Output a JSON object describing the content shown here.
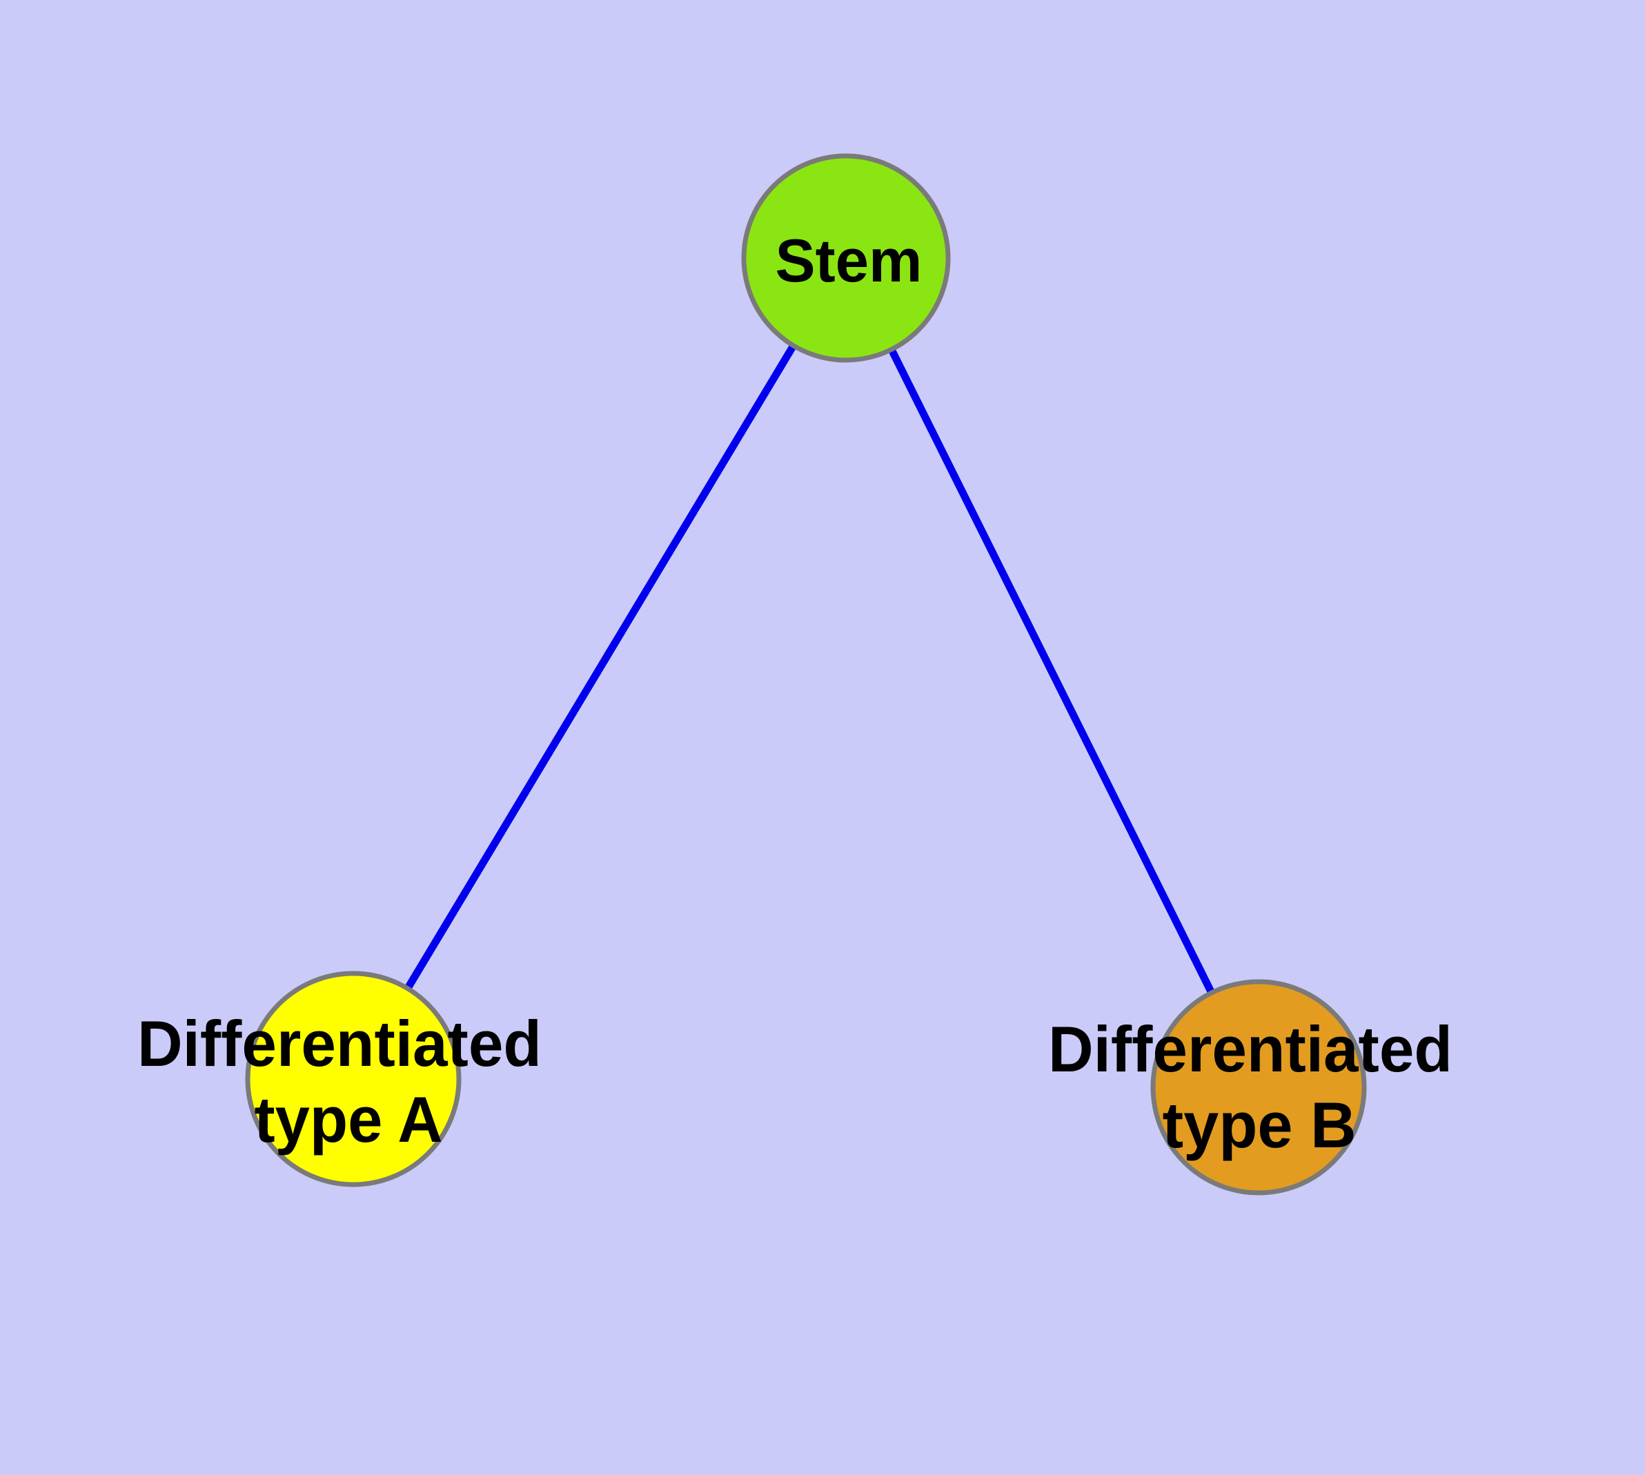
{
  "figure": {
    "type": "node-link-diagram",
    "background_color": "#CBCBF9",
    "edge_color": "#0000EE",
    "node_border_color": "#7A7A7A",
    "text_color": "#000000"
  },
  "nodes": {
    "stem": {
      "label": "Stem",
      "fill_color": "#8BE512"
    },
    "type_a": {
      "label": "Differentiated type A",
      "label_line1": "Differentiated",
      "label_line2": "type A",
      "fill_color": "#FFFF00"
    },
    "type_b": {
      "label": "Differentiated type B",
      "label_line1": "Differentiated",
      "label_line2": "type B",
      "fill_color": "#E39C20"
    }
  },
  "edges": [
    {
      "from": "Stem",
      "to": "Differentiated type A"
    },
    {
      "from": "Stem",
      "to": "Differentiated type B"
    }
  ]
}
